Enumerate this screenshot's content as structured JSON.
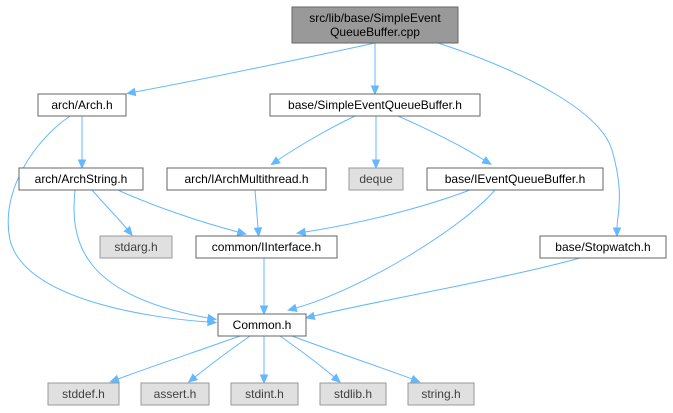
{
  "graph": {
    "nodes": {
      "root": {
        "lines": [
          "src/lib/base/SimpleEvent",
          "QueueBuffer.cpp"
        ],
        "kind": "root"
      },
      "arch_h": {
        "lines": [
          "arch/Arch.h"
        ],
        "kind": "normal"
      },
      "seqb_h": {
        "lines": [
          "base/SimpleEventQueueBuffer.h"
        ],
        "kind": "normal"
      },
      "archstring_h": {
        "lines": [
          "arch/ArchString.h"
        ],
        "kind": "normal"
      },
      "iarchmt_h": {
        "lines": [
          "arch/IArchMultithread.h"
        ],
        "kind": "normal"
      },
      "deque": {
        "lines": [
          "deque"
        ],
        "kind": "external"
      },
      "ieqb_h": {
        "lines": [
          "base/IEventQueueBuffer.h"
        ],
        "kind": "normal"
      },
      "stdarg_h": {
        "lines": [
          "stdarg.h"
        ],
        "kind": "external"
      },
      "iinterface_h": {
        "lines": [
          "common/IInterface.h"
        ],
        "kind": "normal"
      },
      "stopwatch_h": {
        "lines": [
          "base/Stopwatch.h"
        ],
        "kind": "normal"
      },
      "common_h": {
        "lines": [
          "Common.h"
        ],
        "kind": "normal"
      },
      "stddef_h": {
        "lines": [
          "stddef.h"
        ],
        "kind": "external"
      },
      "assert_h": {
        "lines": [
          "assert.h"
        ],
        "kind": "external"
      },
      "stdint_h": {
        "lines": [
          "stdint.h"
        ],
        "kind": "external"
      },
      "stdlib_h": {
        "lines": [
          "stdlib.h"
        ],
        "kind": "external"
      },
      "string_h": {
        "lines": [
          "string.h"
        ],
        "kind": "external"
      }
    },
    "edges": [
      {
        "from": "root",
        "to": "arch_h"
      },
      {
        "from": "root",
        "to": "seqb_h"
      },
      {
        "from": "root",
        "to": "stopwatch_h"
      },
      {
        "from": "arch_h",
        "to": "archstring_h"
      },
      {
        "from": "arch_h",
        "to": "common_h"
      },
      {
        "from": "seqb_h",
        "to": "iarchmt_h"
      },
      {
        "from": "seqb_h",
        "to": "deque"
      },
      {
        "from": "seqb_h",
        "to": "ieqb_h"
      },
      {
        "from": "archstring_h",
        "to": "stdarg_h"
      },
      {
        "from": "archstring_h",
        "to": "iinterface_h"
      },
      {
        "from": "archstring_h",
        "to": "common_h"
      },
      {
        "from": "iarchmt_h",
        "to": "iinterface_h"
      },
      {
        "from": "ieqb_h",
        "to": "iinterface_h"
      },
      {
        "from": "ieqb_h",
        "to": "common_h"
      },
      {
        "from": "iinterface_h",
        "to": "common_h"
      },
      {
        "from": "stopwatch_h",
        "to": "common_h"
      },
      {
        "from": "common_h",
        "to": "stddef_h"
      },
      {
        "from": "common_h",
        "to": "assert_h"
      },
      {
        "from": "common_h",
        "to": "stdint_h"
      },
      {
        "from": "common_h",
        "to": "stdlib_h"
      },
      {
        "from": "common_h",
        "to": "string_h"
      }
    ],
    "colors": {
      "edge": "#63b8ff",
      "root_fill": "#999999",
      "node_fill": "#ffffff",
      "external_fill": "#e0e0e0",
      "node_stroke": "#666666",
      "external_stroke": "#999999",
      "external_text": "#404040"
    }
  }
}
